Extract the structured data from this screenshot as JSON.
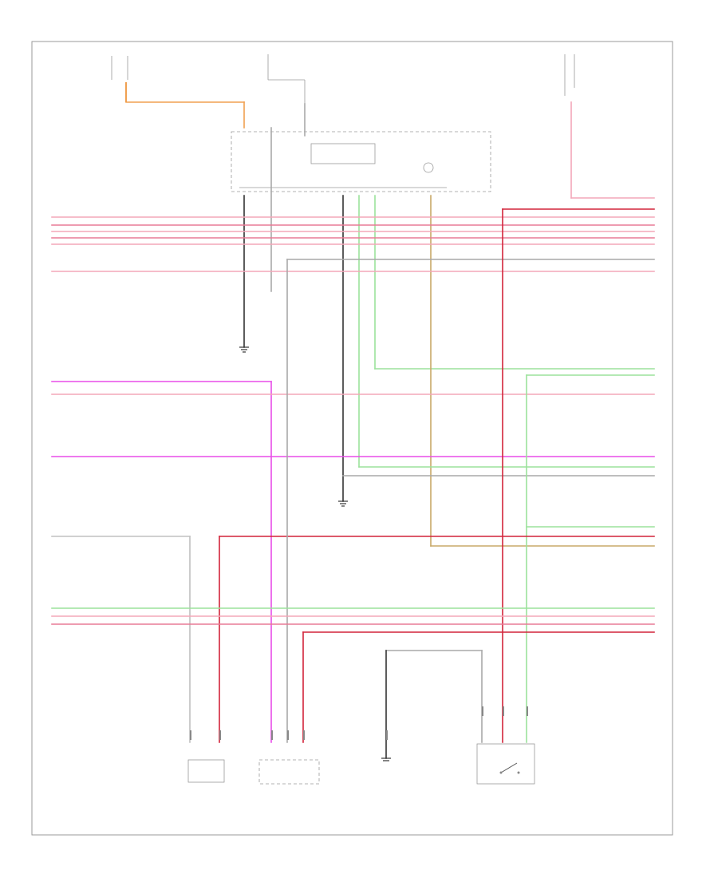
{
  "diagram": {
    "footer_code": "",
    "colors": {
      "pink": "#f4a7b9",
      "red": "#d2243a",
      "magenta": "#e84de8",
      "green": "#9be29b",
      "light_green": "#c9f0c9",
      "orange": "#f0a050",
      "tan": "#c8a868",
      "black": "#333333",
      "gray": "#a8a8a8"
    },
    "icons": [
      "ground-symbol",
      "switch-symbol",
      "fuse-symbol"
    ]
  }
}
